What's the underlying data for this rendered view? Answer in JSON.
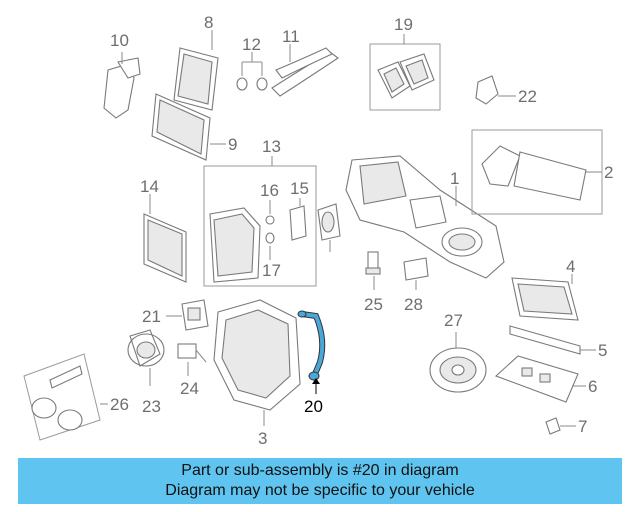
{
  "callouts": {
    "c1": "1",
    "c2": "2",
    "c3": "3",
    "c4": "4",
    "c5": "5",
    "c6": "6",
    "c7": "7",
    "c8": "8",
    "c9": "9",
    "c10": "10",
    "c11": "11",
    "c12": "12",
    "c13": "13",
    "c14": "14",
    "c15": "15",
    "c16": "16",
    "c17": "17",
    "c19": "19",
    "c20": "20",
    "c21": "21",
    "c22": "22",
    "c23": "23",
    "c24": "24",
    "c25": "25",
    "c26": "26",
    "c27": "27",
    "c28": "28"
  },
  "highlight": {
    "part": "20",
    "color": "#4aa8d8"
  },
  "caption": {
    "line1": "Part or sub-assembly is #20 in diagram",
    "line2": "Diagram may not be specific to your vehicle",
    "background": "#5fc4ef"
  }
}
